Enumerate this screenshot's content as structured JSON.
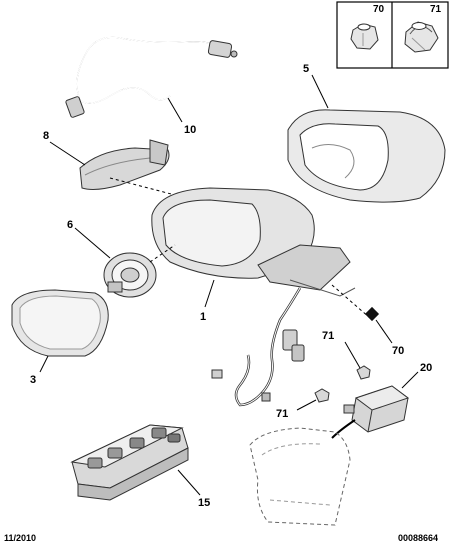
{
  "callouts": {
    "c70_box": "70",
    "c71_box": "71",
    "c5": "5",
    "c10": "10",
    "c8": "8",
    "c6": "6",
    "c1": "1",
    "c3": "3",
    "c71_mid": "71",
    "c70_mid": "70",
    "c20": "20",
    "c71_low": "71",
    "c15": "15"
  },
  "footer": {
    "date": "11/2010",
    "ref": "00088664"
  }
}
